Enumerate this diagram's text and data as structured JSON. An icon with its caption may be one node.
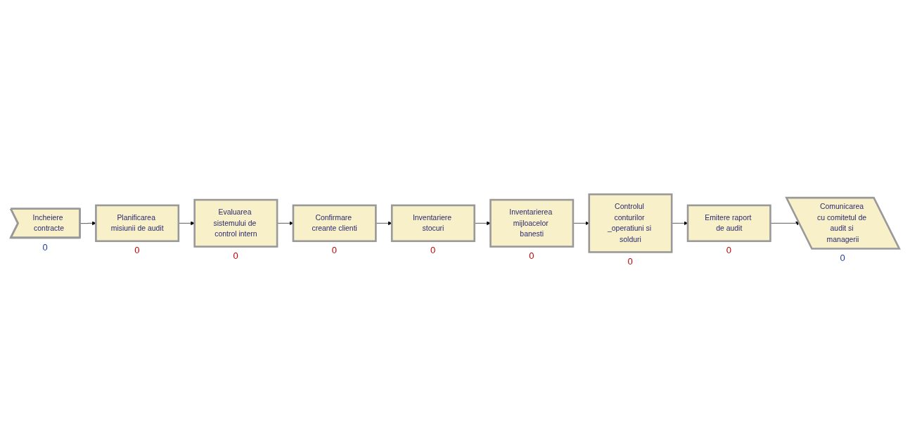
{
  "diagram": {
    "nodes": [
      {
        "text": [
          "Incheiere contracte"
        ],
        "beside": [
          "0"
        ]
      },
      {
        "text": [
          "Planificarea misiunii de audit"
        ],
        "beside": [
          "0"
        ]
      },
      {
        "text": [
          "Evaluarea sistemului de control intern"
        ],
        "beside": [
          "0"
        ]
      },
      {
        "text": [
          "Confirmare creante clienti"
        ],
        "beside": [
          "0"
        ]
      },
      {
        "text": [
          "Inventariere stocuri"
        ],
        "beside": [
          "0"
        ]
      },
      {
        "text": [
          "Inventarierea mijloacelor banesti"
        ],
        "beside": [
          "0"
        ]
      },
      {
        "text": [
          "Controlul conturilor _operatiuni si solduri"
        ],
        "beside": [
          "0"
        ]
      },
      {
        "text": [
          "Emitere raport de audit"
        ],
        "beside": [
          "0"
        ]
      },
      {
        "text": [
          "Comunicarea cu comitetul de audit si managerii"
        ],
        "beside": [
          "0"
        ]
      }
    ],
    "edges": [
      {
        "from": 0,
        "to": 1,
        "arrow": "to"
      },
      {
        "from": 1,
        "to": 2,
        "arrow": "to"
      },
      {
        "from": 2,
        "to": 3,
        "arrow": "to"
      },
      {
        "from": 3,
        "to": 4,
        "arrow": "to"
      },
      {
        "from": 4,
        "to": 5,
        "arrow": "to"
      },
      {
        "from": 5,
        "to": 6,
        "arrow": "to"
      },
      {
        "from": 6,
        "to": 7,
        "arrow": "to"
      },
      {
        "from": 7,
        "to": 8,
        "arrow": "to"
      }
    ]
  }
}
